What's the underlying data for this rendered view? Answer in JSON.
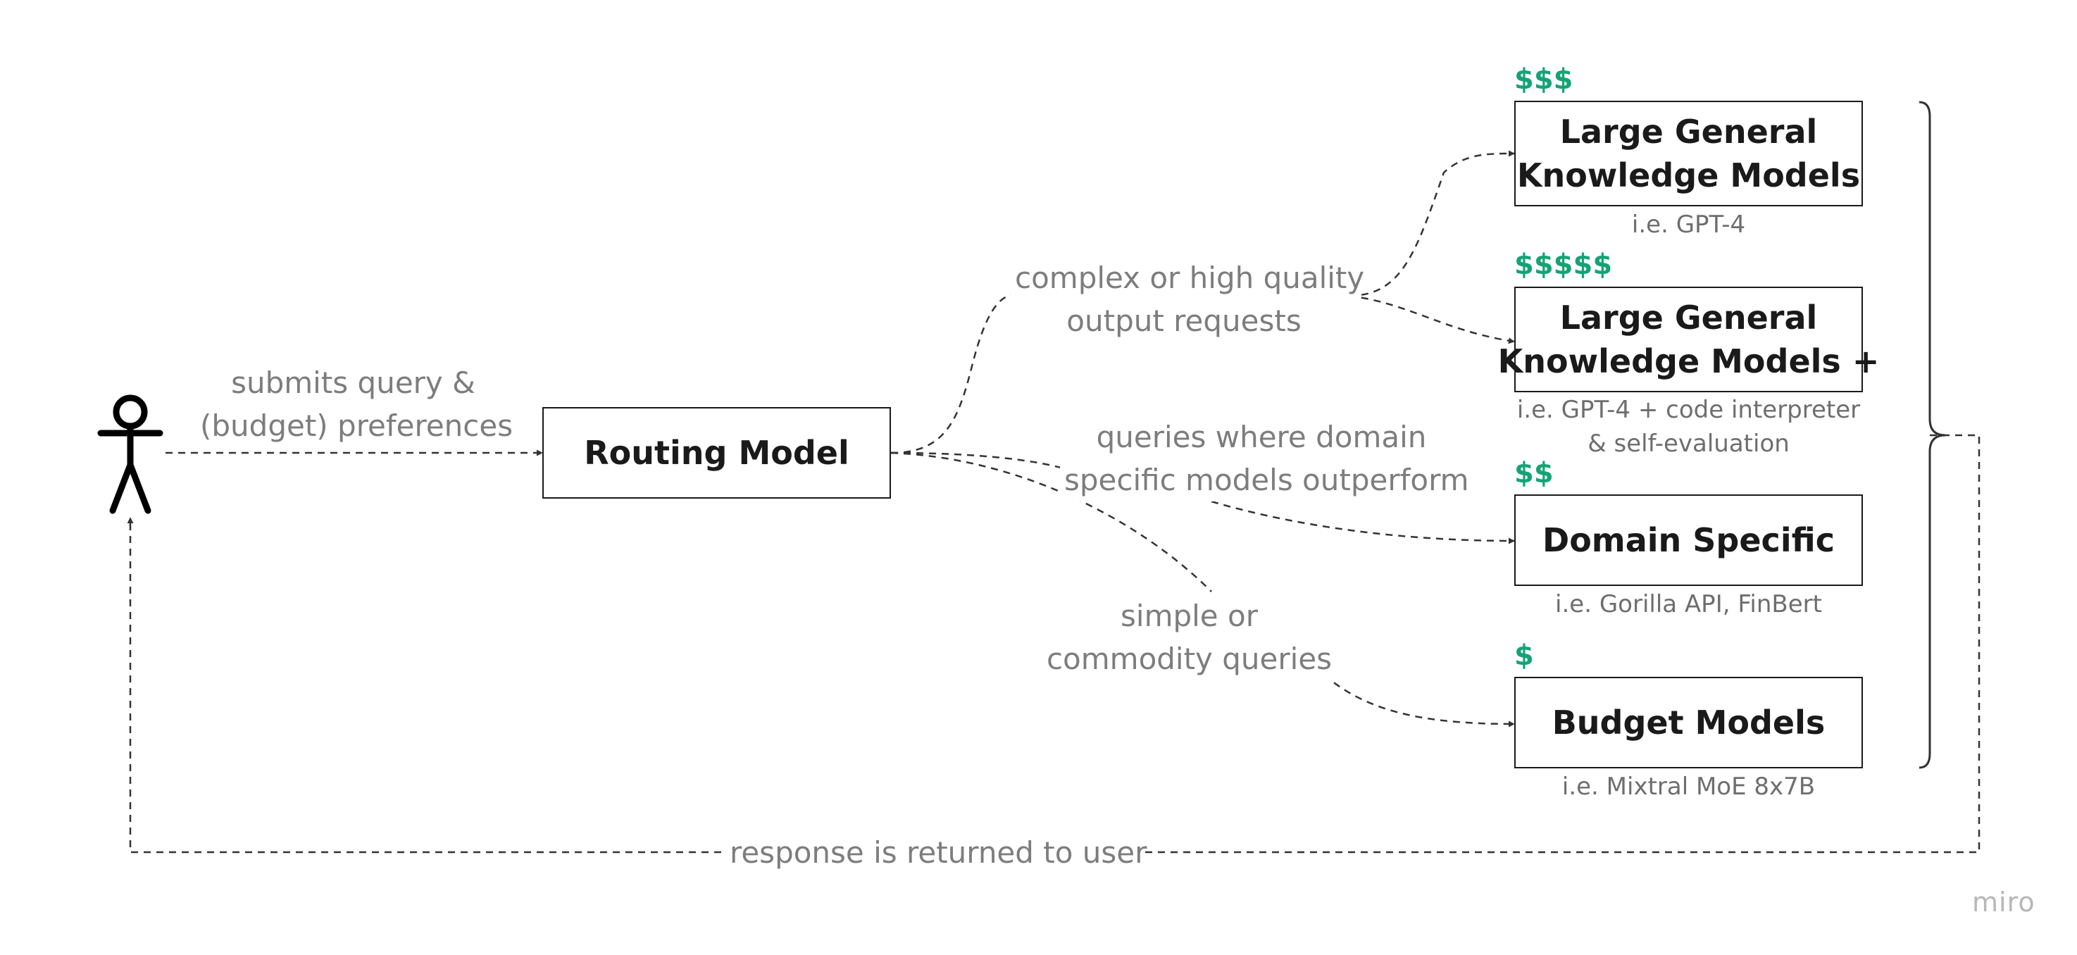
{
  "actor": {
    "icon": "stick-figure-user"
  },
  "routing_box": {
    "label": "Routing Model"
  },
  "edges": {
    "user_to_router": "submits query &\n(budget) preferences",
    "complex": "complex or high quality\noutput requests",
    "domain": "queries where domain\nspecific models outperform",
    "simple": "simple or\ncommodity queries",
    "return": "response is returned to user"
  },
  "models": [
    {
      "cost": "$$$",
      "label": "Large General\nKnowledge Models",
      "example": "i.e. GPT-4"
    },
    {
      "cost": "$$$$$",
      "label": "Large General\nKnowledge Models +",
      "example": "i.e. GPT-4 + code interpreter\n& self-evaluation"
    },
    {
      "cost": "$$",
      "label": "Domain Specific",
      "example": "i.e. Gorilla API, FinBert"
    },
    {
      "cost": "$",
      "label": "Budget Models",
      "example": "i.e. Mixtral MoE 8x7B"
    }
  ],
  "watermark": "miro",
  "colors": {
    "cost": "#14a374",
    "label": "#7d7d7d",
    "line": "#333333",
    "text": "#1a1a1a"
  }
}
